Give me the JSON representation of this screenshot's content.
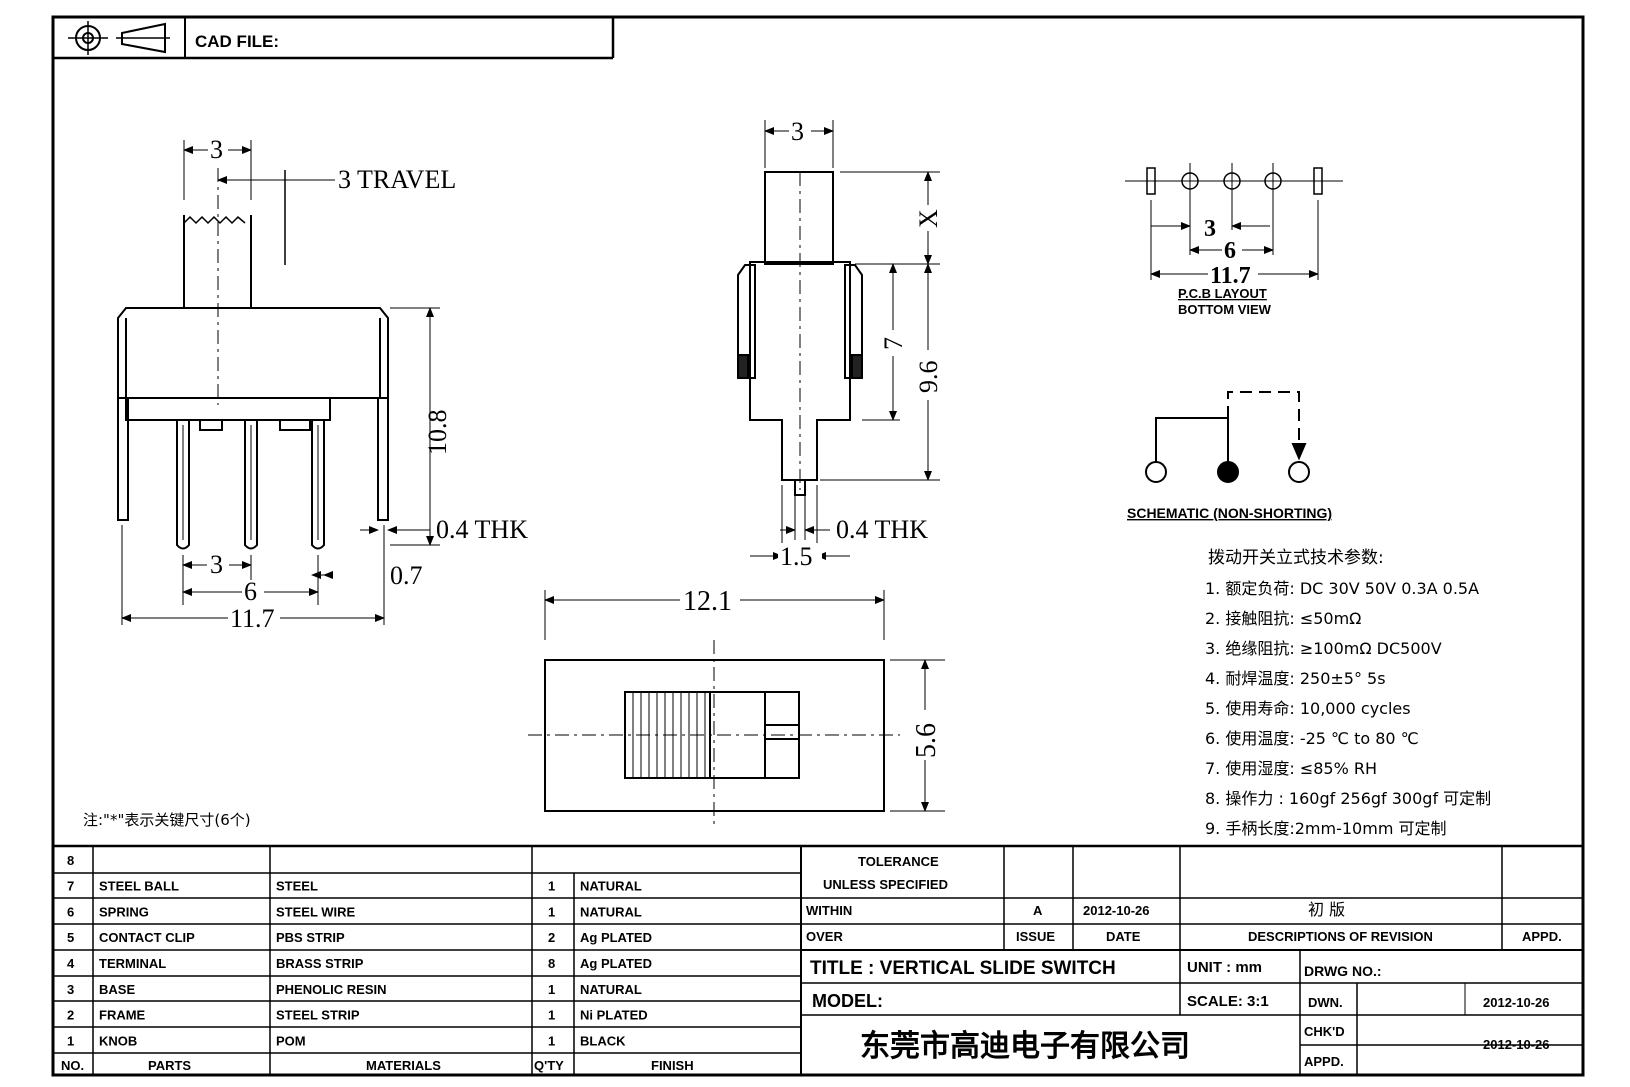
{
  "header": {
    "cad_file_label": "CAD FILE:"
  },
  "side_view": {
    "dim_top_width": "3",
    "dim_travel": "3 TRAVEL",
    "dim_height": "10.8",
    "dim_thickness": "0.4 THK",
    "dim_pitch": "3",
    "dim_pitch2": "6",
    "dim_width": "11.7",
    "dim_terminal": "0.7"
  },
  "front_view": {
    "dim_top_width": "3",
    "dim_x": "X",
    "dim_7": "7",
    "dim_96": "9.6",
    "dim_thickness": "0.4 THK",
    "dim_15": "1.5"
  },
  "top_view": {
    "dim_length": "12.1",
    "dim_width": "5.6"
  },
  "pcb": {
    "dim_3": "3",
    "dim_6": "6",
    "dim_117": "11.7",
    "label_line1": "P.C.B LAYOUT",
    "label_line2": "BOTTOM VIEW"
  },
  "schematic": {
    "label": "SCHEMATIC (NON-SHORTING)"
  },
  "note": "注:\"*\"表示关键尺寸(6个)",
  "specs": {
    "heading": "拨动开关立式技术参数:",
    "items": [
      "1.  额定负荷: DC 30V    50V    0.3A    0.5A",
      "2.  接触阻抗: ≤50mΩ",
      "3.  绝缘阻抗: ≥100mΩ   DC500V",
      "4.  耐焊温度: 250±5°  5s",
      "5.  使用寿命: 10,000 cycles",
      "6.  使用温度: -25  ℃  to 80  ℃",
      "7.  使用湿度: ≤85% RH",
      "8.  操作力 : 160gf    256gf    300gf   可定制",
      "9.  手柄长度:2mm-10mm   可定制"
    ]
  },
  "bom": {
    "headers": {
      "no": "NO.",
      "parts": "PARTS",
      "materials": "MATERIALS",
      "qty": "Q'TY",
      "finish": "FINISH"
    },
    "rows": [
      {
        "no": "8",
        "part": "",
        "material": "",
        "qty": "",
        "finish": ""
      },
      {
        "no": "7",
        "part": "STEEL BALL",
        "material": "STEEL",
        "qty": "1",
        "finish": "NATURAL"
      },
      {
        "no": "6",
        "part": "SPRING",
        "material": "STEEL WIRE",
        "qty": "1",
        "finish": "NATURAL"
      },
      {
        "no": "5",
        "part": "CONTACT CLIP",
        "material": "PBS STRIP",
        "qty": "2",
        "finish": "Ag PLATED"
      },
      {
        "no": "4",
        "part": "TERMINAL",
        "material": "BRASS STRIP",
        "qty": "8",
        "finish": "Ag PLATED"
      },
      {
        "no": "3",
        "part": "BASE",
        "material": "PHENOLIC RESIN",
        "qty": "1",
        "finish": "NATURAL"
      },
      {
        "no": "2",
        "part": "FRAME",
        "material": "STEEL STRIP",
        "qty": "1",
        "finish": "Ni PLATED"
      },
      {
        "no": "1",
        "part": "KNOB",
        "material": "POM",
        "qty": "1",
        "finish": "BLACK"
      }
    ]
  },
  "tolerance": {
    "line1": "TOLERANCE",
    "line2": "UNLESS   SPECIFIED",
    "within": "WITHIN",
    "over": "OVER"
  },
  "revision": {
    "issue_value": "A",
    "date_value": "2012-10-26",
    "description_value": "初   版",
    "issue_label": "ISSUE",
    "date_label": "DATE",
    "description_label": "DESCRIPTIONS  OF  REVISION",
    "appd_label": "APPD."
  },
  "title_block": {
    "title": "TITLE :   VERTICAL  SLIDE  SWITCH",
    "unit": "UNIT :   mm",
    "drwg_no": "DRWG NO.:",
    "model": "MODEL:",
    "scale": "SCALE:   3:1",
    "dwn_label": "DWN.",
    "dwn_date": "2012-10-26",
    "chkd_label": "CHK'D",
    "chkd_date": "2012-10-26",
    "appd_label": "APPD.",
    "company": "东莞市高迪电子有限公司"
  }
}
